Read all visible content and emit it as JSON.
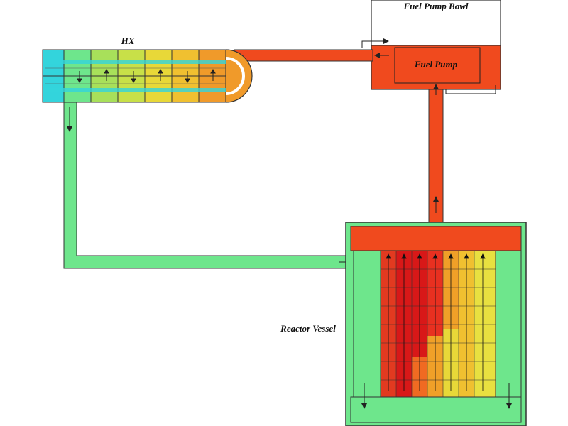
{
  "labels": {
    "hx": "HX",
    "fuel_pump_bowl": "Fuel Pump Bowl",
    "fuel_pump": "Fuel Pump",
    "reactor_vessel": "Reactor Vessel"
  },
  "colors": {
    "hot": "#f04a1e",
    "cold": "#6ee68c",
    "inlet": "#33d4dc",
    "hx_mid": "#a8e05a",
    "hx_warm": "#e8d838",
    "hx_hot": "#f09a2a",
    "core_hot": "#d81818",
    "outline": "#202020"
  },
  "icons": [
    "flow-arrow-icon"
  ]
}
